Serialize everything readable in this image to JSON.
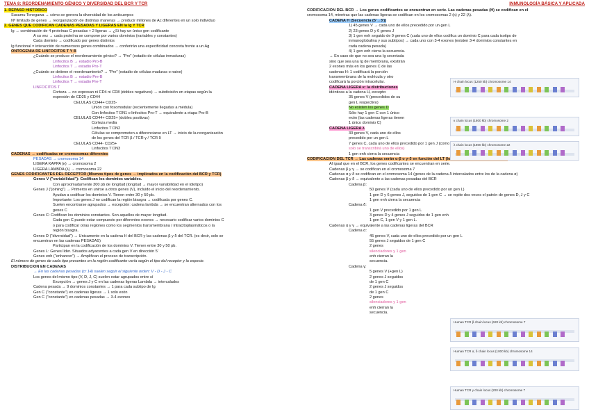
{
  "header": {
    "left": "TEMA 8: REORDENAMIENTO GÉNICO Y DIVERSIDAD DEL BCR Y TCR",
    "right": "INMUNOLOGÍA BÁSICA Y APLICADA"
  },
  "left": [
    {
      "t": "1.   REPASO HISTÓRICO",
      "lvl": 0,
      "cls": "hl-y bold"
    },
    {
      "t": "Susumu Tonegawa → cómo se genera la diversidad de los anticuerpos",
      "lvl": 1,
      "cls": ""
    },
    {
      "t": "Nº limitado de genes → reorganización de distintas maneras → producir millones de Ac diferentes en un solo individuo",
      "lvl": 1,
      "cls": ""
    },
    {
      "t": "2.   GENES QUE CODIFICAN CADENAS PESADAS Y LIGERAS EN la Ig Y TCR",
      "lvl": 0,
      "cls": "hl-y bold"
    },
    {
      "t": "Ig → combinación de 4 proteínas C pesadas + 2 ligeras → ¿Si hay un único gen codificante",
      "lvl": 1,
      "cls": ""
    },
    {
      "t": "A su vez → cada proteína se compone por varios dominios (variables y constantes)",
      "lvl": 2,
      "cls": ""
    },
    {
      "t": "Cada dominio → codificado por genes distintos",
      "lvl": 2,
      "cls": ""
    },
    {
      "t": "Ig funcional = interacción de numerosos genes combinados → conferirán una especificidad concreta frente a un Ag",
      "lvl": 1,
      "cls": ""
    },
    {
      "t": "ONTOGENIA DE LINFOCITOS T Y B",
      "lvl": 1,
      "cls": "hl-o bold"
    },
    {
      "t": "¿Cuándo se produce el reordenamiento génico? → \"Pro\" (estadio de células inmaduras)",
      "lvl": 2,
      "cls": ""
    },
    {
      "t": "Linfocitos B → estadio Pro-B",
      "lvl": 3,
      "cls": "purple"
    },
    {
      "t": "Linfocitos T → estadio Pro-T",
      "lvl": 3,
      "cls": "purple"
    },
    {
      "t": "¿Cuándo se detiene el reordenamiento? → \"Pre\" (estadio de células maduras o naive)",
      "lvl": 2,
      "cls": ""
    },
    {
      "t": "Linfocitos B → estadio Pre-B",
      "lvl": 3,
      "cls": "purple"
    },
    {
      "t": "Linfocitos T → estadio Pre-T",
      "lvl": 3,
      "cls": "purple"
    },
    {
      "t": "LINFOCITOS T",
      "lvl": 2,
      "cls": "purple"
    },
    {
      "t": "Corteza → no expresan ni CD4 ni CD8 (dobles negativos) → subdivisión en etapas según la",
      "lvl": 3,
      "cls": ""
    },
    {
      "t": "expresión de CD25 y CD44",
      "lvl": 3,
      "cls": ""
    },
    {
      "t": "CÉLULAS CD44+ CD25-",
      "lvl": 4,
      "cls": ""
    },
    {
      "t": "Unión con fosomodular (recientemente llegadas a médula)",
      "lvl": 5,
      "cls": ""
    },
    {
      "t": "Con linfocitos T DN1 o linfocitos Pro-T → equivalente a etapa Pro-B",
      "lvl": 5,
      "cls": ""
    },
    {
      "t": "CÉLULAS CD44+ CD25+ (dobles positivas)",
      "lvl": 4,
      "cls": ""
    },
    {
      "t": "Corteza media",
      "lvl": 5,
      "cls": ""
    },
    {
      "t": "Linfocitos T DN2",
      "lvl": 5,
      "cls": ""
    },
    {
      "t": "Células se comprometen a diferenciarse en LT → inicio de la reorganización",
      "lvl": 5,
      "cls": ""
    },
    {
      "t": "de los genes del TCR β / TCR γ / TCR δ",
      "lvl": 5,
      "cls": ""
    },
    {
      "t": "CÉLULAS CD44- CD25+",
      "lvl": 4,
      "cls": ""
    },
    {
      "t": "Linfocitos T DN3",
      "lvl": 5,
      "cls": ""
    },
    {
      "t": "CADENAS → codificadas en cromosomas diferentes",
      "lvl": 1,
      "cls": "hl-o bold"
    },
    {
      "t": "PESADAS → cromosoma 14",
      "lvl": 2,
      "cls": "blue"
    },
    {
      "t": "LIGERA KAPPA (κ) → cromosoma 2",
      "lvl": 2,
      "cls": ""
    },
    {
      "t": "LIGERA LAMBDA (λ) → cromosoma 22",
      "lvl": 2,
      "cls": ""
    },
    {
      "t": "GENES CODIFICANTES DEL RECEPTOR (Mismos tipos de genes → implicados en la codificación del BCR y TCR)",
      "lvl": 1,
      "cls": "hl-o bold"
    },
    {
      "t": "Genes V (\"variabilidad\"): Codifican los dominios variables.",
      "lvl": 2,
      "cls": "bold"
    },
    {
      "t": "Con aproximadamente 300 pb de longitud (longitud → mayor variabilidad en el idiotipo)",
      "lvl": 3,
      "cls": ""
    },
    {
      "t": "Genes J (\"joining\") → Primeros en unirse a otros genes (V), incluido el inicio del reordenamiento.",
      "lvl": 2,
      "cls": ""
    },
    {
      "t": "Ayudan a codificar los dominios V. Tienen entre 30 y 50 pb.",
      "lvl": 3,
      "cls": ""
    },
    {
      "t": "Importante: Los genes J no codifican la región bisagra → codificada por genes C.",
      "lvl": 3,
      "cls": ""
    },
    {
      "t": "Suelen encontrarse agrupados → excepción: cadena lambda → se encuentran alternados con los",
      "lvl": 3,
      "cls": ""
    },
    {
      "t": "genes C",
      "lvl": 3,
      "cls": ""
    },
    {
      "t": "Genes C: Codifican los dominios constantes. Son aquellos de mayor longitud.",
      "lvl": 2,
      "cls": ""
    },
    {
      "t": "Cada gen C puede estar compuesto por diferentes exones → necesario codificar varios dominios C",
      "lvl": 3,
      "cls": ""
    },
    {
      "t": "o para codificar otras regiones como los segmentos transmembrana / intracitoplasmáticos o la",
      "lvl": 3,
      "cls": ""
    },
    {
      "t": "región bisagra.",
      "lvl": 3,
      "cls": ""
    },
    {
      "t": "Genes D (\"diversidad\") → Únicamente en la cadena H del BCR y las cadenas β y δ del TCR. (es decir, solo se",
      "lvl": 2,
      "cls": ""
    },
    {
      "t": "encuentran en las cadenas PESADAS)",
      "lvl": 2,
      "cls": ""
    },
    {
      "t": "Participan en la codificación de los dominios V. Tienen entre 30 y 50 pb.",
      "lvl": 3,
      "cls": ""
    },
    {
      "t": "Genes L: Genes líder. Situados adyacentes a cada gen V en dirección 5'",
      "lvl": 2,
      "cls": ""
    },
    {
      "t": "Genes enh (\"enhancer\") → Amplifican el proceso de transcripción.",
      "lvl": 2,
      "cls": ""
    },
    {
      "t": "El número de genes de cada tipo presentes en la región codificante varía según el tipo del receptor y la especie.",
      "lvl": 1,
      "cls": "ital"
    },
    {
      "t": "DISTRIBUCIÓN EN CADENAS",
      "lvl": 1,
      "cls": "bold"
    },
    {
      "t": "→ En las cadenas pesadas (cr 14) suelen seguir el siguiente orden: V - D - J - C",
      "lvl": 2,
      "cls": "blue ital"
    },
    {
      "t": "Los genes del mismo tipo (V, D, J, C) suelen estar agrupados entre sí",
      "lvl": 2,
      "cls": ""
    },
    {
      "t": "Excepción → genes J y C en las cadenas ligeras Lambda → intercalados",
      "lvl": 3,
      "cls": ""
    },
    {
      "t": "Cadena pesada → 9 dominios constantes → 1 para cada subtipo de Ig",
      "lvl": 2,
      "cls": ""
    },
    {
      "t": "Gen C (\"constante\") en cadenas ligeras → 1 solo exón",
      "lvl": 2,
      "cls": ""
    },
    {
      "t": "Gen C (\"constante\") en cadenas pesadas → 3-4 exones",
      "lvl": 2,
      "cls": ""
    }
  ],
  "right": [
    {
      "t": "CODIFICACIÓN DEL BCR → Los genes codificantes se encuentran en serie. Las cadenas pesadas (H) se codifican en el",
      "lvl": 1,
      "cls": "bold"
    },
    {
      "t": "cromosoma 14, mientras que las cadenas ligeras se codifican en los cromosomas 2 (κ) y 22 (λ).",
      "lvl": 1,
      "cls": ""
    },
    {
      "t": "CADENA H (Secuencia (5'→3'))",
      "lvl": 2,
      "cls": "hl-b bold"
    },
    {
      "t": "1)      45 genes V → cada uno de ellos precedido por un gen L",
      "lvl": 3,
      "cls": ""
    },
    {
      "t": "2)      23 genes D y 6 genes J",
      "lvl": 3,
      "cls": ""
    },
    {
      "t": "3)      1 gen enh seguido de 9 genes C (cada uno de ellos codifica un dominio C para cada isotipo de",
      "lvl": 3,
      "cls": ""
    },
    {
      "t": "         inmunoglobulina y sus subtipos) → cada uno con 3-4 exones (existen 3-4 dominios constantes en",
      "lvl": 3,
      "cls": ""
    },
    {
      "t": "         cada cadena pesada)",
      "lvl": 3,
      "cls": ""
    },
    {
      "t": "4)      1 gen enh cierra la secuencia.",
      "lvl": 3,
      "cls": ""
    },
    {
      "t": "→ En caso de que no sea una Ig secretada",
      "lvl": 2,
      "cls": ""
    },
    {
      "t": "sino que sea una Ig de membrana, existirán",
      "lvl": 2,
      "cls": ""
    },
    {
      "t": "2 exones más en los genes C de las",
      "lvl": 2,
      "cls": ""
    },
    {
      "t": "cadenas H: 1 codificará la porción",
      "lvl": 2,
      "cls": ""
    },
    {
      "t": "transmembrana de la molécula y otro",
      "lvl": 2,
      "cls": ""
    },
    {
      "t": "codificará la porción intracelular.",
      "lvl": 2,
      "cls": ""
    },
    {
      "t": "CADENA LIGERA κ: la distribuciones",
      "lvl": 2,
      "cls": "hl-p bold"
    },
    {
      "t": "idénticas a la cadena H, excepto:",
      "lvl": 2,
      "cls": ""
    },
    {
      "t": "35 genes V (precedidos de su",
      "lvl": 3,
      "cls": ""
    },
    {
      "t": "gen L respectivo)",
      "lvl": 3,
      "cls": ""
    },
    {
      "t": "No existen los genes D",
      "lvl": 3,
      "cls": "hl-g"
    },
    {
      "t": "Sólo hay 1 gen C con 1 único",
      "lvl": 3,
      "cls": ""
    },
    {
      "t": "exón (las cadenas ligeras tienen",
      "lvl": 3,
      "cls": ""
    },
    {
      "t": "1 único dominio C)",
      "lvl": 3,
      "cls": ""
    },
    {
      "t": "CADENA LIGERA λ",
      "lvl": 2,
      "cls": "hl-p bold"
    },
    {
      "t": "30 genes V, cada uno de ellos",
      "lvl": 3,
      "cls": ""
    },
    {
      "t": "precedido por un gen L",
      "lvl": 3,
      "cls": ""
    },
    {
      "t": "7 genes C, cada uno de ellos precedido por 1 gen J (como la cadena solo tiene 1 único dominio C,",
      "lvl": 3,
      "cls": ""
    },
    {
      "t": "solo se transcribirá uno de ellos)",
      "lvl": 3,
      "cls": "pink"
    },
    {
      "t": "1 gen enh cierra la secuencia",
      "lvl": 3,
      "cls": ""
    },
    {
      "t": "CODIFICACIÓN DEL TCR → Las cadenas serán α-β o γ-δ en función del LT (los TCR γδ son poco frecuentes)",
      "lvl": 1,
      "cls": "hl-o bold"
    },
    {
      "t": "Al igual que en el BCR, los genes codificantes se encuentran en serie.",
      "lvl": 2,
      "cls": ""
    },
    {
      "t": "Cadenas β y γ → se codifican en el cromosoma 7",
      "lvl": 2,
      "cls": ""
    },
    {
      "t": "Cadenas α y δ se codifican en el cromosoma 14 (genes de la cadena δ intercalados entre los de la cadena α)",
      "lvl": 2,
      "cls": ""
    },
    {
      "t": "Cadenas β y δ → equivalente a las cadenas pesadas del BCR",
      "lvl": 2,
      "cls": ""
    },
    {
      "t": "Cadena β:",
      "lvl": 3,
      "cls": ""
    },
    {
      "t": "50 genes V (cada uno de ellos precedido por un gen L)",
      "lvl": 4,
      "cls": ""
    },
    {
      "t": "1 gen D y 6 genes J, seguidos de 1 gen C → se repite dos veces el patrón de genes D, J y C",
      "lvl": 4,
      "cls": ""
    },
    {
      "t": "1 gen enh cierra la secuencia",
      "lvl": 4,
      "cls": ""
    },
    {
      "t": "Cadena δ:",
      "lvl": 3,
      "cls": ""
    },
    {
      "t": "1 gen V precedido por 1 gen L",
      "lvl": 4,
      "cls": ""
    },
    {
      "t": "3 genes D y 4 genes J seguidos de 1 gen enh",
      "lvl": 4,
      "cls": ""
    },
    {
      "t": "1 gen C, 1 gen V y 1 gen L.",
      "lvl": 4,
      "cls": ""
    },
    {
      "t": "Cadenas α y γ → equivalente a las cadenas ligeras del BCR",
      "lvl": 2,
      "cls": ""
    },
    {
      "t": "Cadena α:",
      "lvl": 3,
      "cls": ""
    },
    {
      "t": "45 genes V, cada uno de ellos precedido por un gen L",
      "lvl": 4,
      "cls": ""
    },
    {
      "t": "55 genes J seguidos de 1 gen C",
      "lvl": 4,
      "cls": ""
    },
    {
      "t": "2 genes",
      "lvl": 4,
      "cls": ""
    },
    {
      "t": "silenciadores y 1 gen",
      "lvl": 4,
      "cls": "pink"
    },
    {
      "t": "enh cierran la",
      "lvl": 4,
      "cls": ""
    },
    {
      "t": "secuencia.",
      "lvl": 4,
      "cls": ""
    },
    {
      "t": "Cadena γ:",
      "lvl": 3,
      "cls": ""
    },
    {
      "t": "5 genes V (+gen L)",
      "lvl": 4,
      "cls": ""
    },
    {
      "t": "2 genes J seguidos",
      "lvl": 4,
      "cls": ""
    },
    {
      "t": "de 1 gen C",
      "lvl": 4,
      "cls": ""
    },
    {
      "t": "2 genes J seguidos",
      "lvl": 4,
      "cls": ""
    },
    {
      "t": "de 1 gen C",
      "lvl": 4,
      "cls": ""
    },
    {
      "t": "2 genes",
      "lvl": 4,
      "cls": ""
    },
    {
      "t": "silenciadores y 1 gen",
      "lvl": 4,
      "cls": "pink"
    },
    {
      "t": "enh cierran la",
      "lvl": 4,
      "cls": ""
    },
    {
      "t": "secuencia.",
      "lvl": 4,
      "cls": ""
    }
  ],
  "figures": {
    "bcr_h": "H chain locus (1250 kb) chromosome 14",
    "bcr_k": "κ chain locus (1800 kb) chromosome 2",
    "bcr_l": "λ chain locus (1800 kb) chromosome 22",
    "tcr_b": "Human TCR β chain locus (620 kb) chromosome 7",
    "tcr_a": "Human TCR α, δ chain locus (1000 kb) chromosome 14",
    "tcr_g": "Human TCR γ chain locus (200 kb) chromosome 7"
  }
}
